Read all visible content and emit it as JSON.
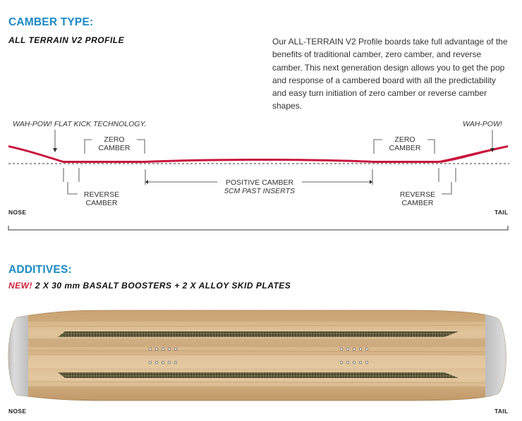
{
  "camber": {
    "heading": "CAMBER TYPE:",
    "profile_name": "ALL TERRAIN V2 PROFILE",
    "description": "Our ALL-TERRAIN V2 Profile boards take full advantage of the benefits of traditional camber, zero camber, and reverse camber. This next generation design allows you to get the pop and response of a cambered board with all the predictability and easy turn initiation of zero camber or reverse camber shapes.",
    "labels": {
      "flat_kick": "WAH-POW! FLAT KICK TECHNOLOGY.",
      "wah_pow_right": "WAH-POW!",
      "zero_camber_left": "ZERO\nCAMBER",
      "zero_camber_right": "ZERO\nCAMBER",
      "reverse_camber_left": "REVERSE\nCAMBER",
      "reverse_camber_right": "REVERSE\nCAMBER",
      "positive_camber": "POSITIVE CAMBER",
      "positive_camber_note": "5CM PAST INSERTS",
      "nose": "NOSE",
      "tail": "TAIL"
    },
    "colors": {
      "profile_line": "#c8143c",
      "heading": "#1a8ac4"
    }
  },
  "additives": {
    "heading": "ADDITIVES:",
    "new_tag": "NEW!",
    "text": "2 X 30 mm BASALT BOOSTERS + 2 X ALLOY SKID PLATES",
    "nose": "NOSE",
    "tail": "TAIL",
    "colors": {
      "new_tag": "#d0203a",
      "wood": "#d9b98e",
      "basalt": "#5b5a3a",
      "alloy": "#c9c9c9"
    }
  }
}
